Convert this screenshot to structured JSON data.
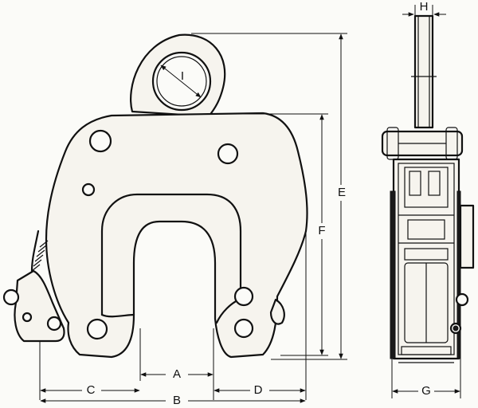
{
  "dimension_labels": {
    "A": "A",
    "B": "B",
    "C": "C",
    "D": "D",
    "E": "E",
    "F": "F",
    "G": "G",
    "H": "H",
    "I": "I"
  }
}
